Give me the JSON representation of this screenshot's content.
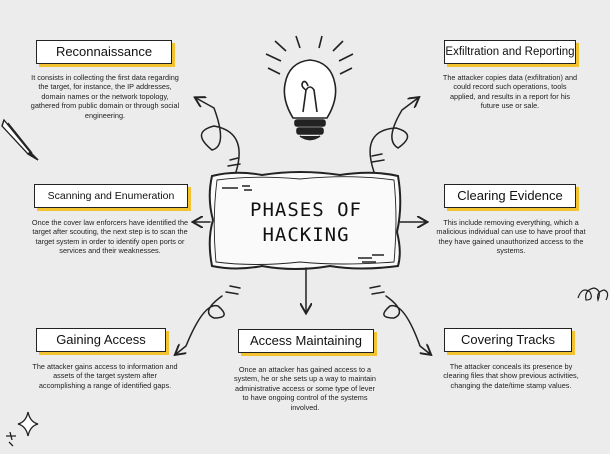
{
  "center": {
    "line1": "PHASES OF",
    "line2": "HACKING"
  },
  "phases": {
    "reconnaissance": {
      "title": "Reconnaissance",
      "desc": "It consists in collecting the first data regarding the target, for instance, the IP addresses, domain names or the network topology, gathered from public domain or through social engineering."
    },
    "scanning": {
      "title": "Scanning and Enumeration",
      "desc": "Once the cover law enforcers have identified the target after scouting, the next step is to scan the target system in order to identify open ports or services and their weaknesses."
    },
    "gaining": {
      "title": "Gaining Access",
      "desc": "The attacker gains access to information and assets of the target system after accomplishing a range of identified gaps."
    },
    "maintaining": {
      "title": "Access Maintaining",
      "desc": "Once an attacker has gained access to a system, he or she sets up a way to maintain administrative access or some type of lever to have ongoing control of the systems involved."
    },
    "covering": {
      "title": "Covering Tracks",
      "desc": "The attacker conceals its presence by clearing files that show previous activities, changing the date/time stamp values."
    },
    "clearing": {
      "title": "Clearing Evidence",
      "desc": "This include removing everything, which a malicious individual can use to have proof that they have gained unauthorized access to the systems."
    },
    "exfiltration": {
      "title": "Exfiltration and Reporting",
      "desc": "The attacker copies data (exfiltration) and could record such operations, tools applied, and results in a report for his future use or sale."
    }
  },
  "colors": {
    "accent": "#f2c230",
    "ink": "#222222",
    "background": "#ececec"
  },
  "icons": [
    "lightbulb-icon",
    "pencil-icon",
    "sparkle-icon",
    "squiggle-icon"
  ]
}
